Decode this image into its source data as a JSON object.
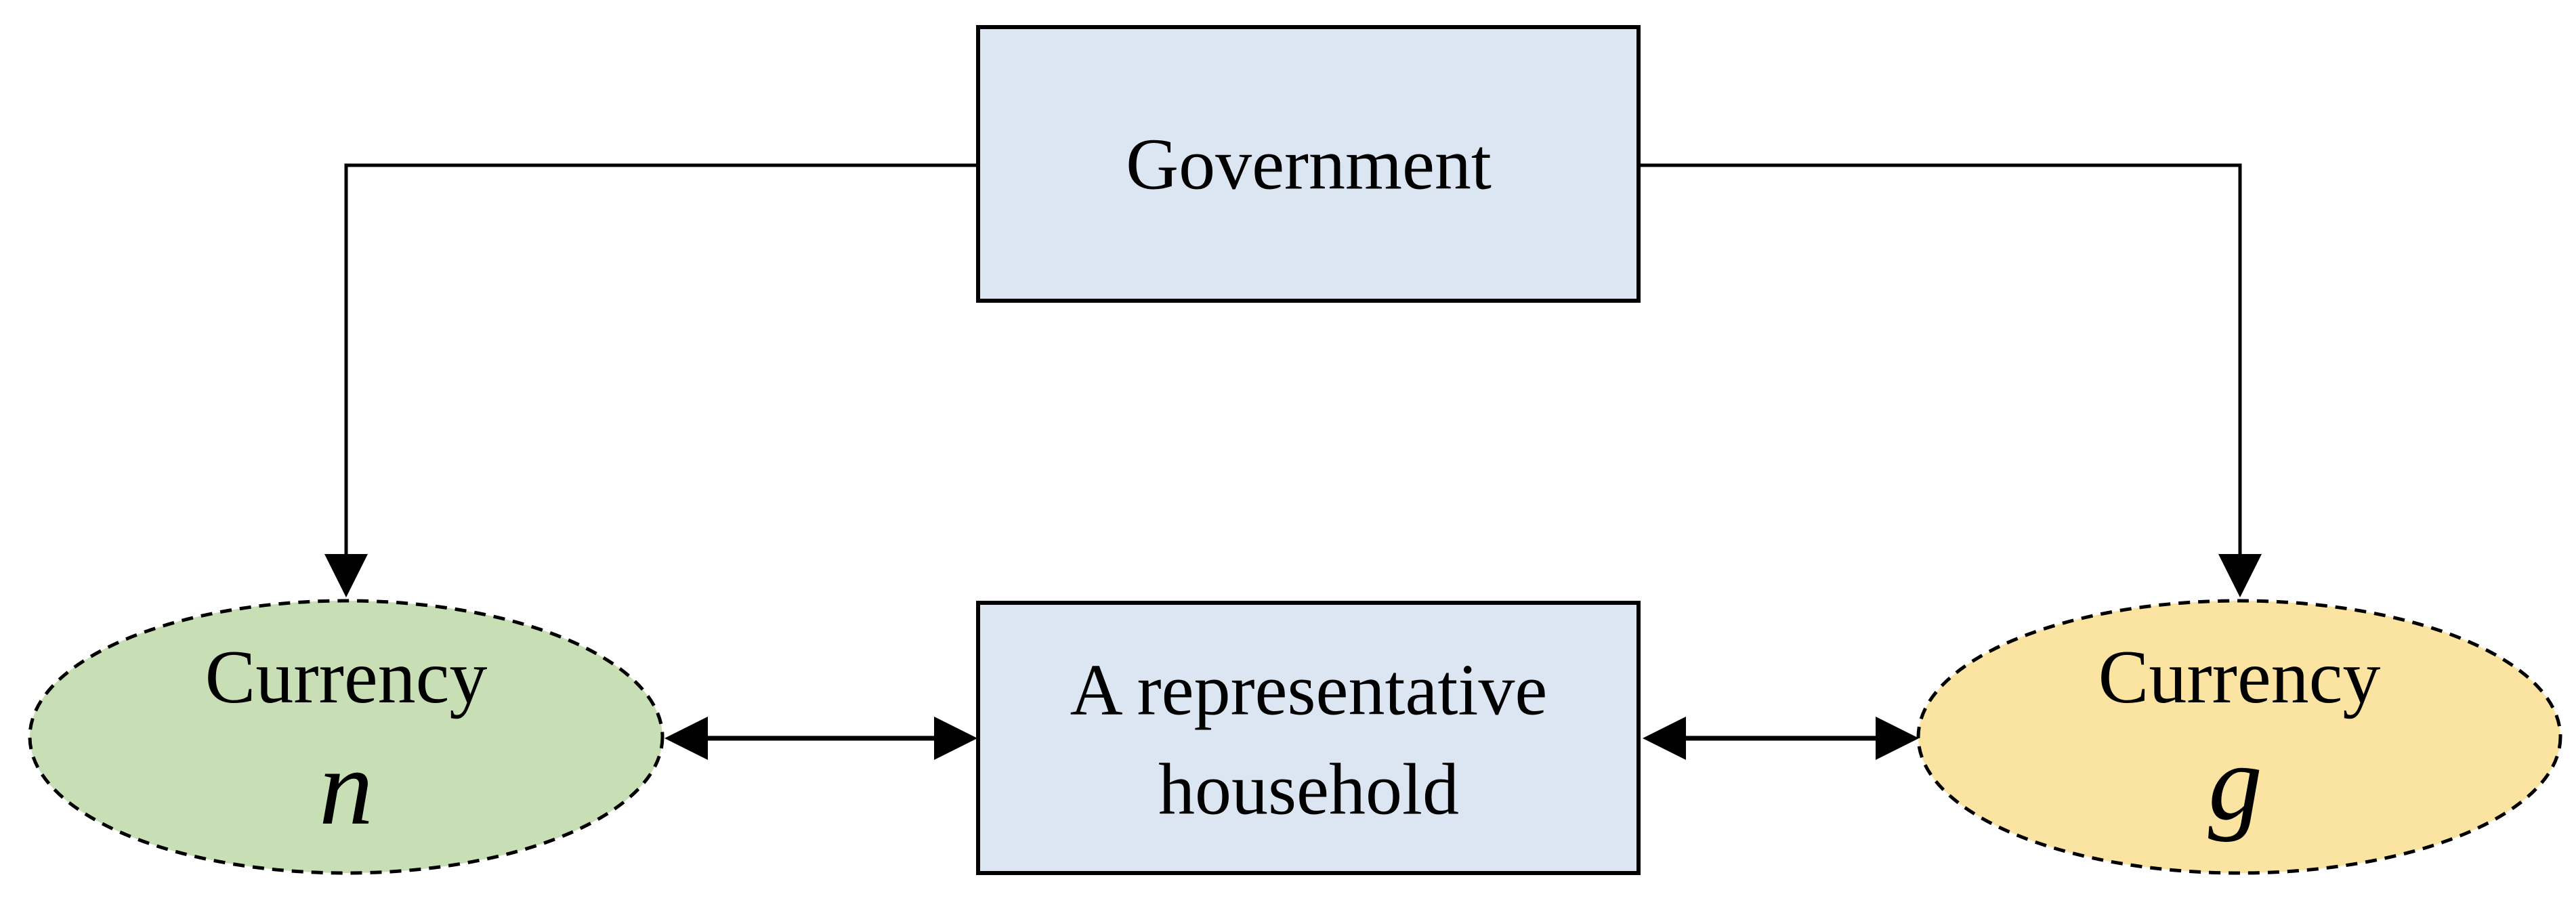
{
  "diagram": {
    "nodes": {
      "government": {
        "label": "Government"
      },
      "household": {
        "lines": [
          "A representative",
          "household"
        ]
      },
      "currency_n": {
        "label": "Currency",
        "symbol": "n"
      },
      "currency_g": {
        "label": "Currency",
        "symbol": "g"
      }
    },
    "connections": [
      {
        "from": "government",
        "to": "currency_n",
        "style": "elbow-arrow",
        "direction": "one-way"
      },
      {
        "from": "government",
        "to": "currency_g",
        "style": "elbow-arrow",
        "direction": "one-way"
      },
      {
        "from": "household",
        "to": "currency_n",
        "style": "straight-arrow",
        "direction": "two-way"
      },
      {
        "from": "household",
        "to": "currency_g",
        "style": "straight-arrow",
        "direction": "two-way"
      }
    ],
    "colors": {
      "box_fill": "#dbe6f2",
      "currency_n_fill": "#c8deb4",
      "currency_g_fill": "#fbe3a2",
      "line": "#000000"
    }
  }
}
